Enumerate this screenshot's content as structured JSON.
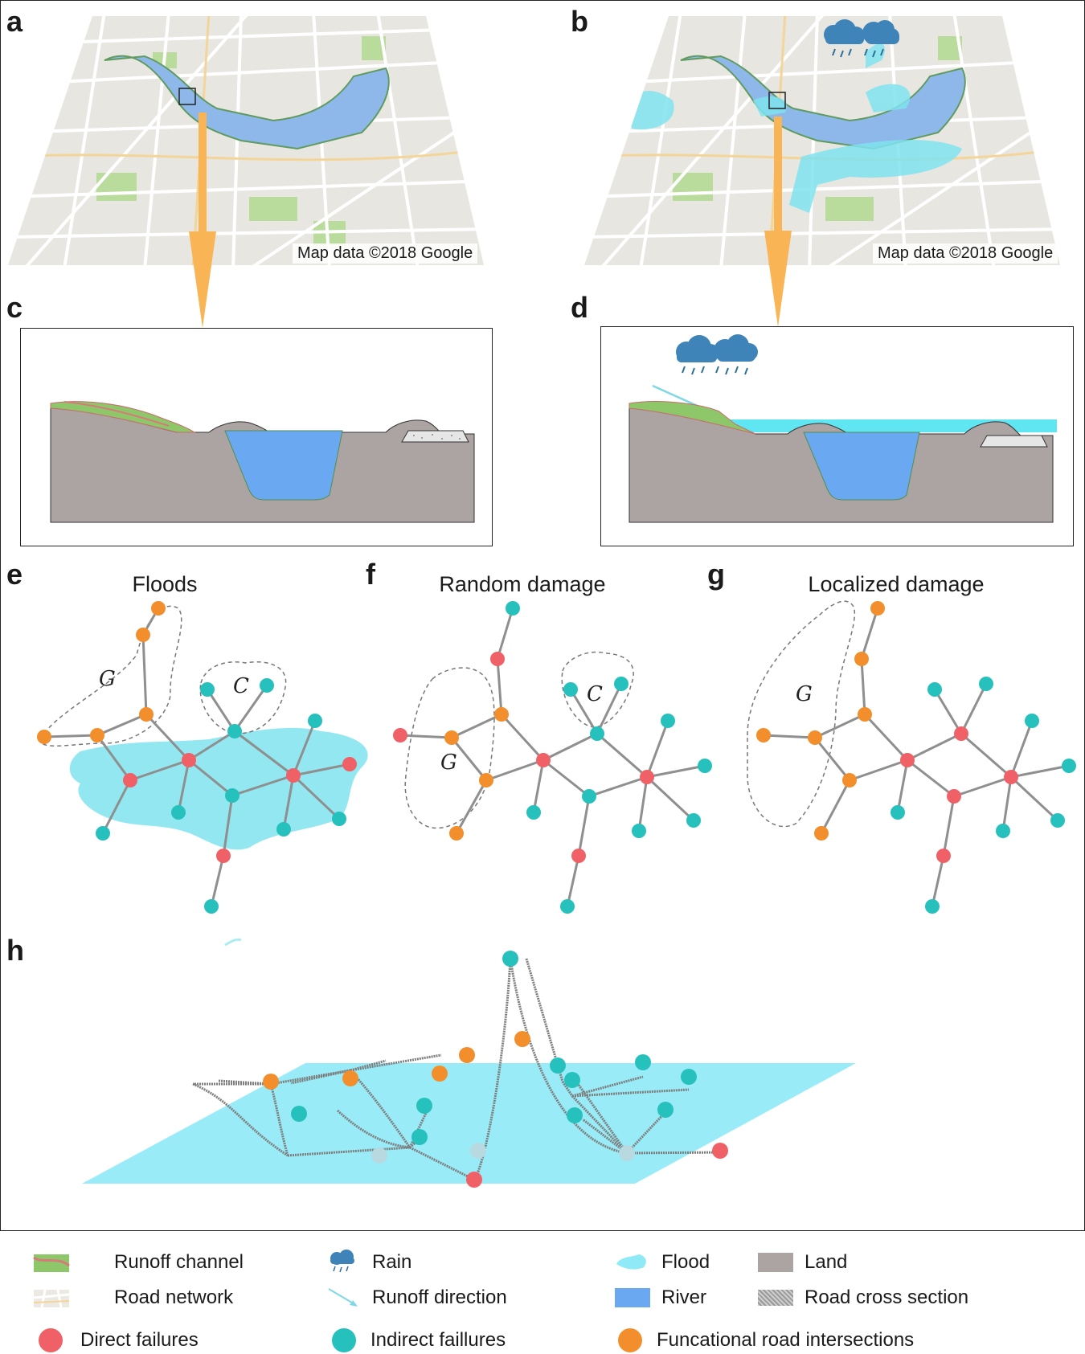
{
  "panels": {
    "a": {
      "letter": "a",
      "credit": "Map data ©2018 Google"
    },
    "b": {
      "letter": "b",
      "credit": "Map data ©2018 Google"
    },
    "c": {
      "letter": "c"
    },
    "d": {
      "letter": "d"
    },
    "e": {
      "letter": "e",
      "title": "Floods",
      "group_labels": [
        "G",
        "C"
      ]
    },
    "f": {
      "letter": "f",
      "title": "Random damage",
      "group_labels": [
        "G",
        "C"
      ]
    },
    "g": {
      "letter": "g",
      "title": "Localized damage",
      "group_labels": [
        "G"
      ]
    },
    "h": {
      "letter": "h"
    }
  },
  "colors": {
    "direct_failure": "#ef6167",
    "indirect_failure": "#26c1bd",
    "functional": "#f28f2c",
    "flood": "#7fe3ef",
    "river": "#6aa9f2",
    "land": "#aca3a3",
    "edge": "#8f8f8f"
  },
  "legend": {
    "runoff_channel": "Runoff channel",
    "road_network": "Road network",
    "rain": "Rain",
    "runoff_direction": "Runoff direction",
    "flood": "Flood",
    "river": "River",
    "land": "Land",
    "road_cross_section": "Road cross section",
    "direct_failures": "Direct failures",
    "indirect_failures": "Indirect faillures",
    "functional_intersections": "Funcational road intersections"
  }
}
